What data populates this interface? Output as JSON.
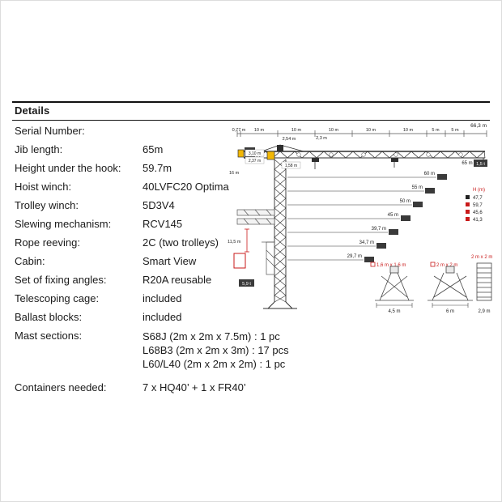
{
  "page": {
    "heading": "Details"
  },
  "details": {
    "rows": [
      {
        "label": "Serial Number:",
        "value": ""
      },
      {
        "label": "Jib length:",
        "value": "65m"
      },
      {
        "label": "Height under the hook:",
        "value": "59.7m"
      },
      {
        "label": "Hoist winch:",
        "value": "40LVFC20 Optima"
      },
      {
        "label": "Trolley winch:",
        "value": "5D3V4"
      },
      {
        "label": "Slewing mechanism:",
        "value": "RCV145"
      },
      {
        "label": "Rope reeving:",
        "value": "2C (two trolleys)"
      },
      {
        "label": "Cabin:",
        "value": "Smart View"
      },
      {
        "label": "Set of fixing angles:",
        "value": "R20A reusable"
      },
      {
        "label": "Telescoping cage:",
        "value": "included"
      },
      {
        "label": "Ballast blocks:",
        "value": "included"
      },
      {
        "label": "Mast sections:",
        "value_lines": [
          "S68J (2m x 2m x 7.5m) : 1 pc",
          "L68B3 (2m x 2m x 3m) : 17 pcs",
          "L60/L40 (2m x 2m x 2m) : 1 pc"
        ]
      },
      {
        "label": "Containers needed:",
        "value": "7 x HQ40’ + 1 x FR40’"
      }
    ]
  },
  "diagram": {
    "top_total": "66,3 m",
    "top_segments": [
      "0,77 m",
      "10 m",
      "10 m",
      "10 m",
      "10 m",
      "10 m",
      "5 m",
      "5 m"
    ],
    "top_small_dims": [
      "2,54 m",
      "2,3 m"
    ],
    "left_dims": [
      "3,10 m",
      "2,37 m",
      "1,58 m",
      "16 m"
    ],
    "jib_tip_length": "65 m",
    "jib_tip_load": "1,5 t",
    "mast_heights": [
      "60 m",
      "55 m",
      "50 m",
      "45 m",
      "39,7 m",
      "34,7 m",
      "29,7 m"
    ],
    "base_load": "5,9 t",
    "mast_side_label": "11,5 m",
    "legend": {
      "title": "H (m)",
      "values": [
        "47,7",
        "59,7",
        "45,6",
        "41,3"
      ]
    },
    "footprints": {
      "small": "1,6 m x 1,6 m",
      "large": "2 m x 2 m",
      "large2": "2 m x 2 m",
      "base_a": "4,5 m",
      "base_b": "6 m",
      "stack": "2,9 m"
    }
  },
  "colors": {
    "crane_yellow": "#f2b705",
    "accent_red": "#c91a1a",
    "structure": "#2e2e2e"
  }
}
